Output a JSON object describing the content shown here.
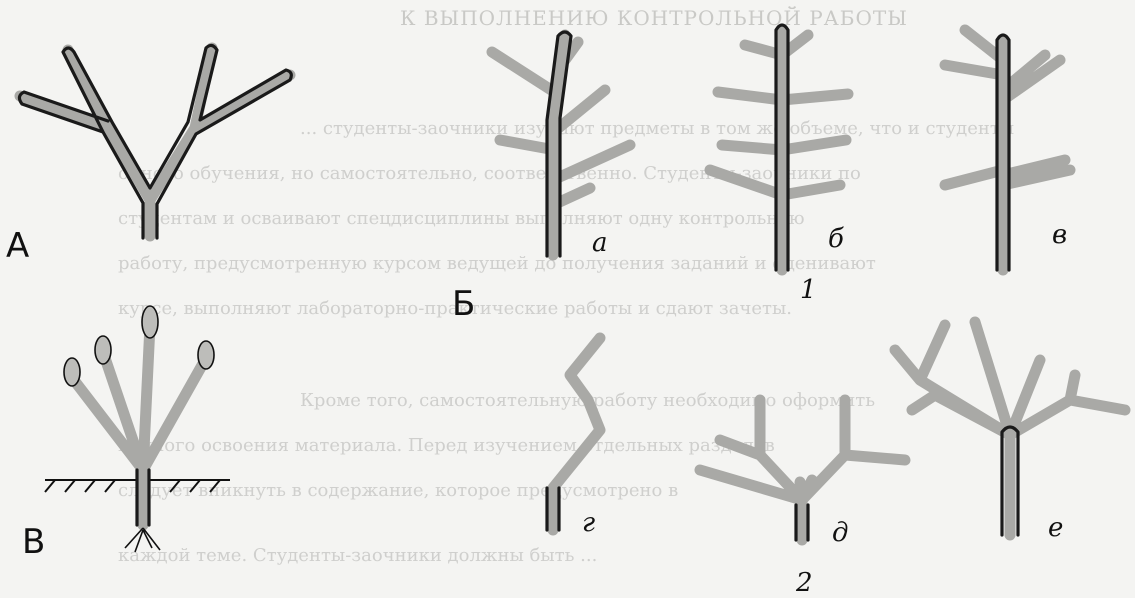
{
  "bleed_through": {
    "heading": "К ВЫПОЛНЕНИЮ КОНТРОЛЬНОЙ РАБОТЫ",
    "lines": [
      "... студенты-заочники изучают предметы в том же объеме, что и студенты",
      "очного обучения, но самостоятельно, соответственно. Студенты-заочники по",
      "студентам и осваивают спецдисциплины выполняют одну контрольную",
      "работу, предусмотренную курсом ведущей до получения заданий и оценивают",
      "курсе, выполняют лабораторно-практические работы и сдают зачеты.",
      "Кроме того, самостоятельную работу необходимо оформить",
      "полного освоения материала. Перед изучением отдельных разделов",
      "следует вникнуть в содержание, которое предусмотрено в",
      "каждой теме. Студенты-заочники должны быть ..."
    ]
  },
  "labels": {
    "A": "А",
    "B": "Б",
    "V": "В",
    "a": "а",
    "b": "б",
    "v": "в",
    "g": "г",
    "d": "д",
    "e": "е",
    "one": "1",
    "two": "2"
  }
}
